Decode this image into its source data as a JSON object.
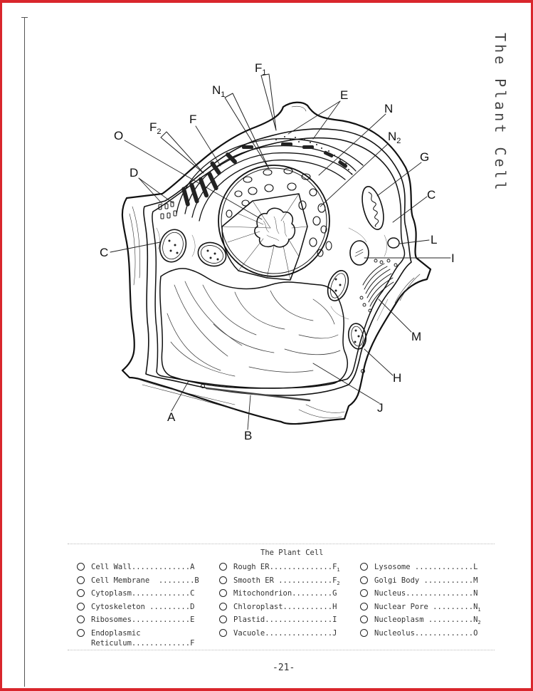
{
  "page": {
    "side_title": "The Plant Cell",
    "page_number": "-21-",
    "border_color": "#d9262c"
  },
  "diagram": {
    "labels": {
      "F1": {
        "main": "F",
        "sub": "1"
      },
      "N1": {
        "main": "N",
        "sub": "1"
      },
      "E": {
        "main": "E"
      },
      "N": {
        "main": "N"
      },
      "N2": {
        "main": "N",
        "sub": "2"
      },
      "F2": {
        "main": "F",
        "sub": "2"
      },
      "F": {
        "main": "F"
      },
      "O": {
        "main": "O"
      },
      "D": {
        "main": "D"
      },
      "G": {
        "main": "G"
      },
      "C_right": {
        "main": "C"
      },
      "C_left": {
        "main": "C"
      },
      "L": {
        "main": "L"
      },
      "I": {
        "main": "I"
      },
      "M": {
        "main": "M"
      },
      "H": {
        "main": "H"
      },
      "J": {
        "main": "J"
      },
      "A": {
        "main": "A"
      },
      "B": {
        "main": "B"
      }
    }
  },
  "key": {
    "title": "The Plant Cell",
    "columns": [
      [
        {
          "text": "Cell Wall.............",
          "letter": "A",
          "sub": ""
        },
        {
          "text": "Cell Membrane  ........",
          "letter": "B",
          "sub": ""
        },
        {
          "text": "Cytoplasm.............",
          "letter": "C",
          "sub": ""
        },
        {
          "text": "Cytoskeleton .........",
          "letter": "D",
          "sub": ""
        },
        {
          "text": "Ribosomes.............",
          "letter": "E",
          "sub": ""
        },
        {
          "text": "Endoplasmic\nReticulum.............",
          "letter": "F",
          "sub": ""
        }
      ],
      [
        {
          "text": "Rough ER..............",
          "letter": "F",
          "sub": "1"
        },
        {
          "text": "Smooth ER ............",
          "letter": "F",
          "sub": "2"
        },
        {
          "text": "Mitochondrion.........",
          "letter": "G",
          "sub": ""
        },
        {
          "text": "Chloroplast...........",
          "letter": "H",
          "sub": ""
        },
        {
          "text": "Plastid...............",
          "letter": "I",
          "sub": ""
        },
        {
          "text": "Vacuole...............",
          "letter": "J",
          "sub": ""
        }
      ],
      [
        {
          "text": "Lysosome .............",
          "letter": "L",
          "sub": ""
        },
        {
          "text": "Golgi Body ...........",
          "letter": "M",
          "sub": ""
        },
        {
          "text": "Nucleus...............",
          "letter": "N",
          "sub": ""
        },
        {
          "text": "Nuclear Pore .........",
          "letter": "N",
          "sub": "1"
        },
        {
          "text": "Nucleoplasm ..........",
          "letter": "N",
          "sub": "2"
        },
        {
          "text": "Nucleolus.............",
          "letter": "O",
          "sub": ""
        }
      ]
    ]
  }
}
